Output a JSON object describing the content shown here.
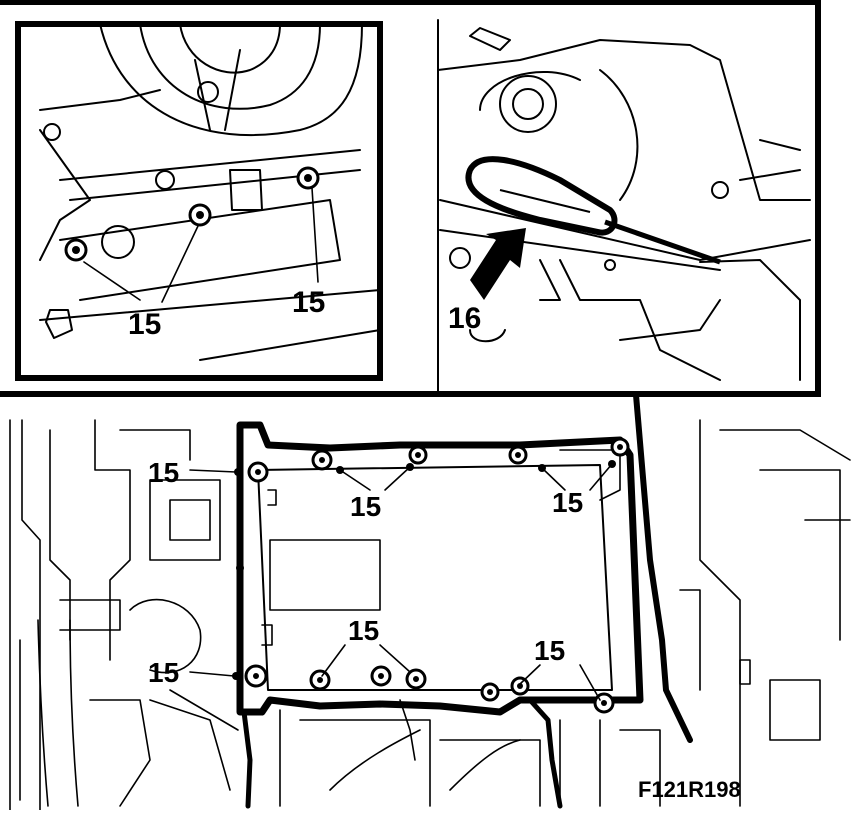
{
  "figure_code": "F121R198",
  "inset_left": {
    "labels": [
      "15",
      "15"
    ]
  },
  "inset_right": {
    "labels": [
      "16"
    ]
  },
  "main_view": {
    "labels": [
      "15",
      "15",
      "15",
      "15",
      "15",
      "15"
    ]
  },
  "colors": {
    "ink": "#000000",
    "paper": "#ffffff"
  }
}
